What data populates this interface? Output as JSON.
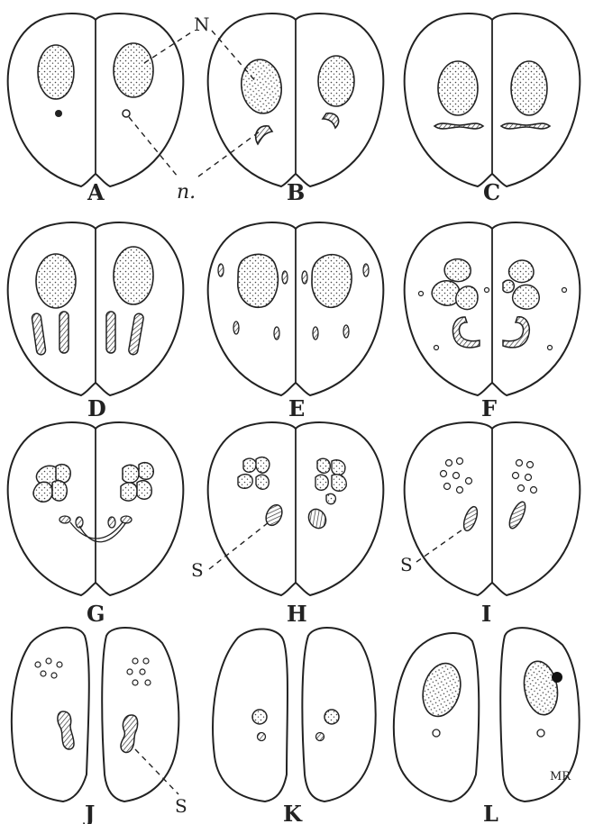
{
  "figure": {
    "ink_color": "#222222",
    "paper_color": "#ffffff",
    "stipple_color": "#444444",
    "panels": [
      {
        "id": "A",
        "label": "A"
      },
      {
        "id": "B",
        "label": "B"
      },
      {
        "id": "C",
        "label": "C"
      },
      {
        "id": "D",
        "label": "D"
      },
      {
        "id": "E",
        "label": "E"
      },
      {
        "id": "F",
        "label": "F"
      },
      {
        "id": "G",
        "label": "G"
      },
      {
        "id": "H",
        "label": "H"
      },
      {
        "id": "I",
        "label": "I"
      },
      {
        "id": "J",
        "label": "J"
      },
      {
        "id": "K",
        "label": "K"
      },
      {
        "id": "L",
        "label": "L"
      }
    ],
    "callouts": {
      "macronucleus": "N",
      "micronucleus": "n.",
      "spindle_h": "S",
      "spindle_i": "S",
      "spindle_j": "S"
    },
    "signature": "MR"
  }
}
